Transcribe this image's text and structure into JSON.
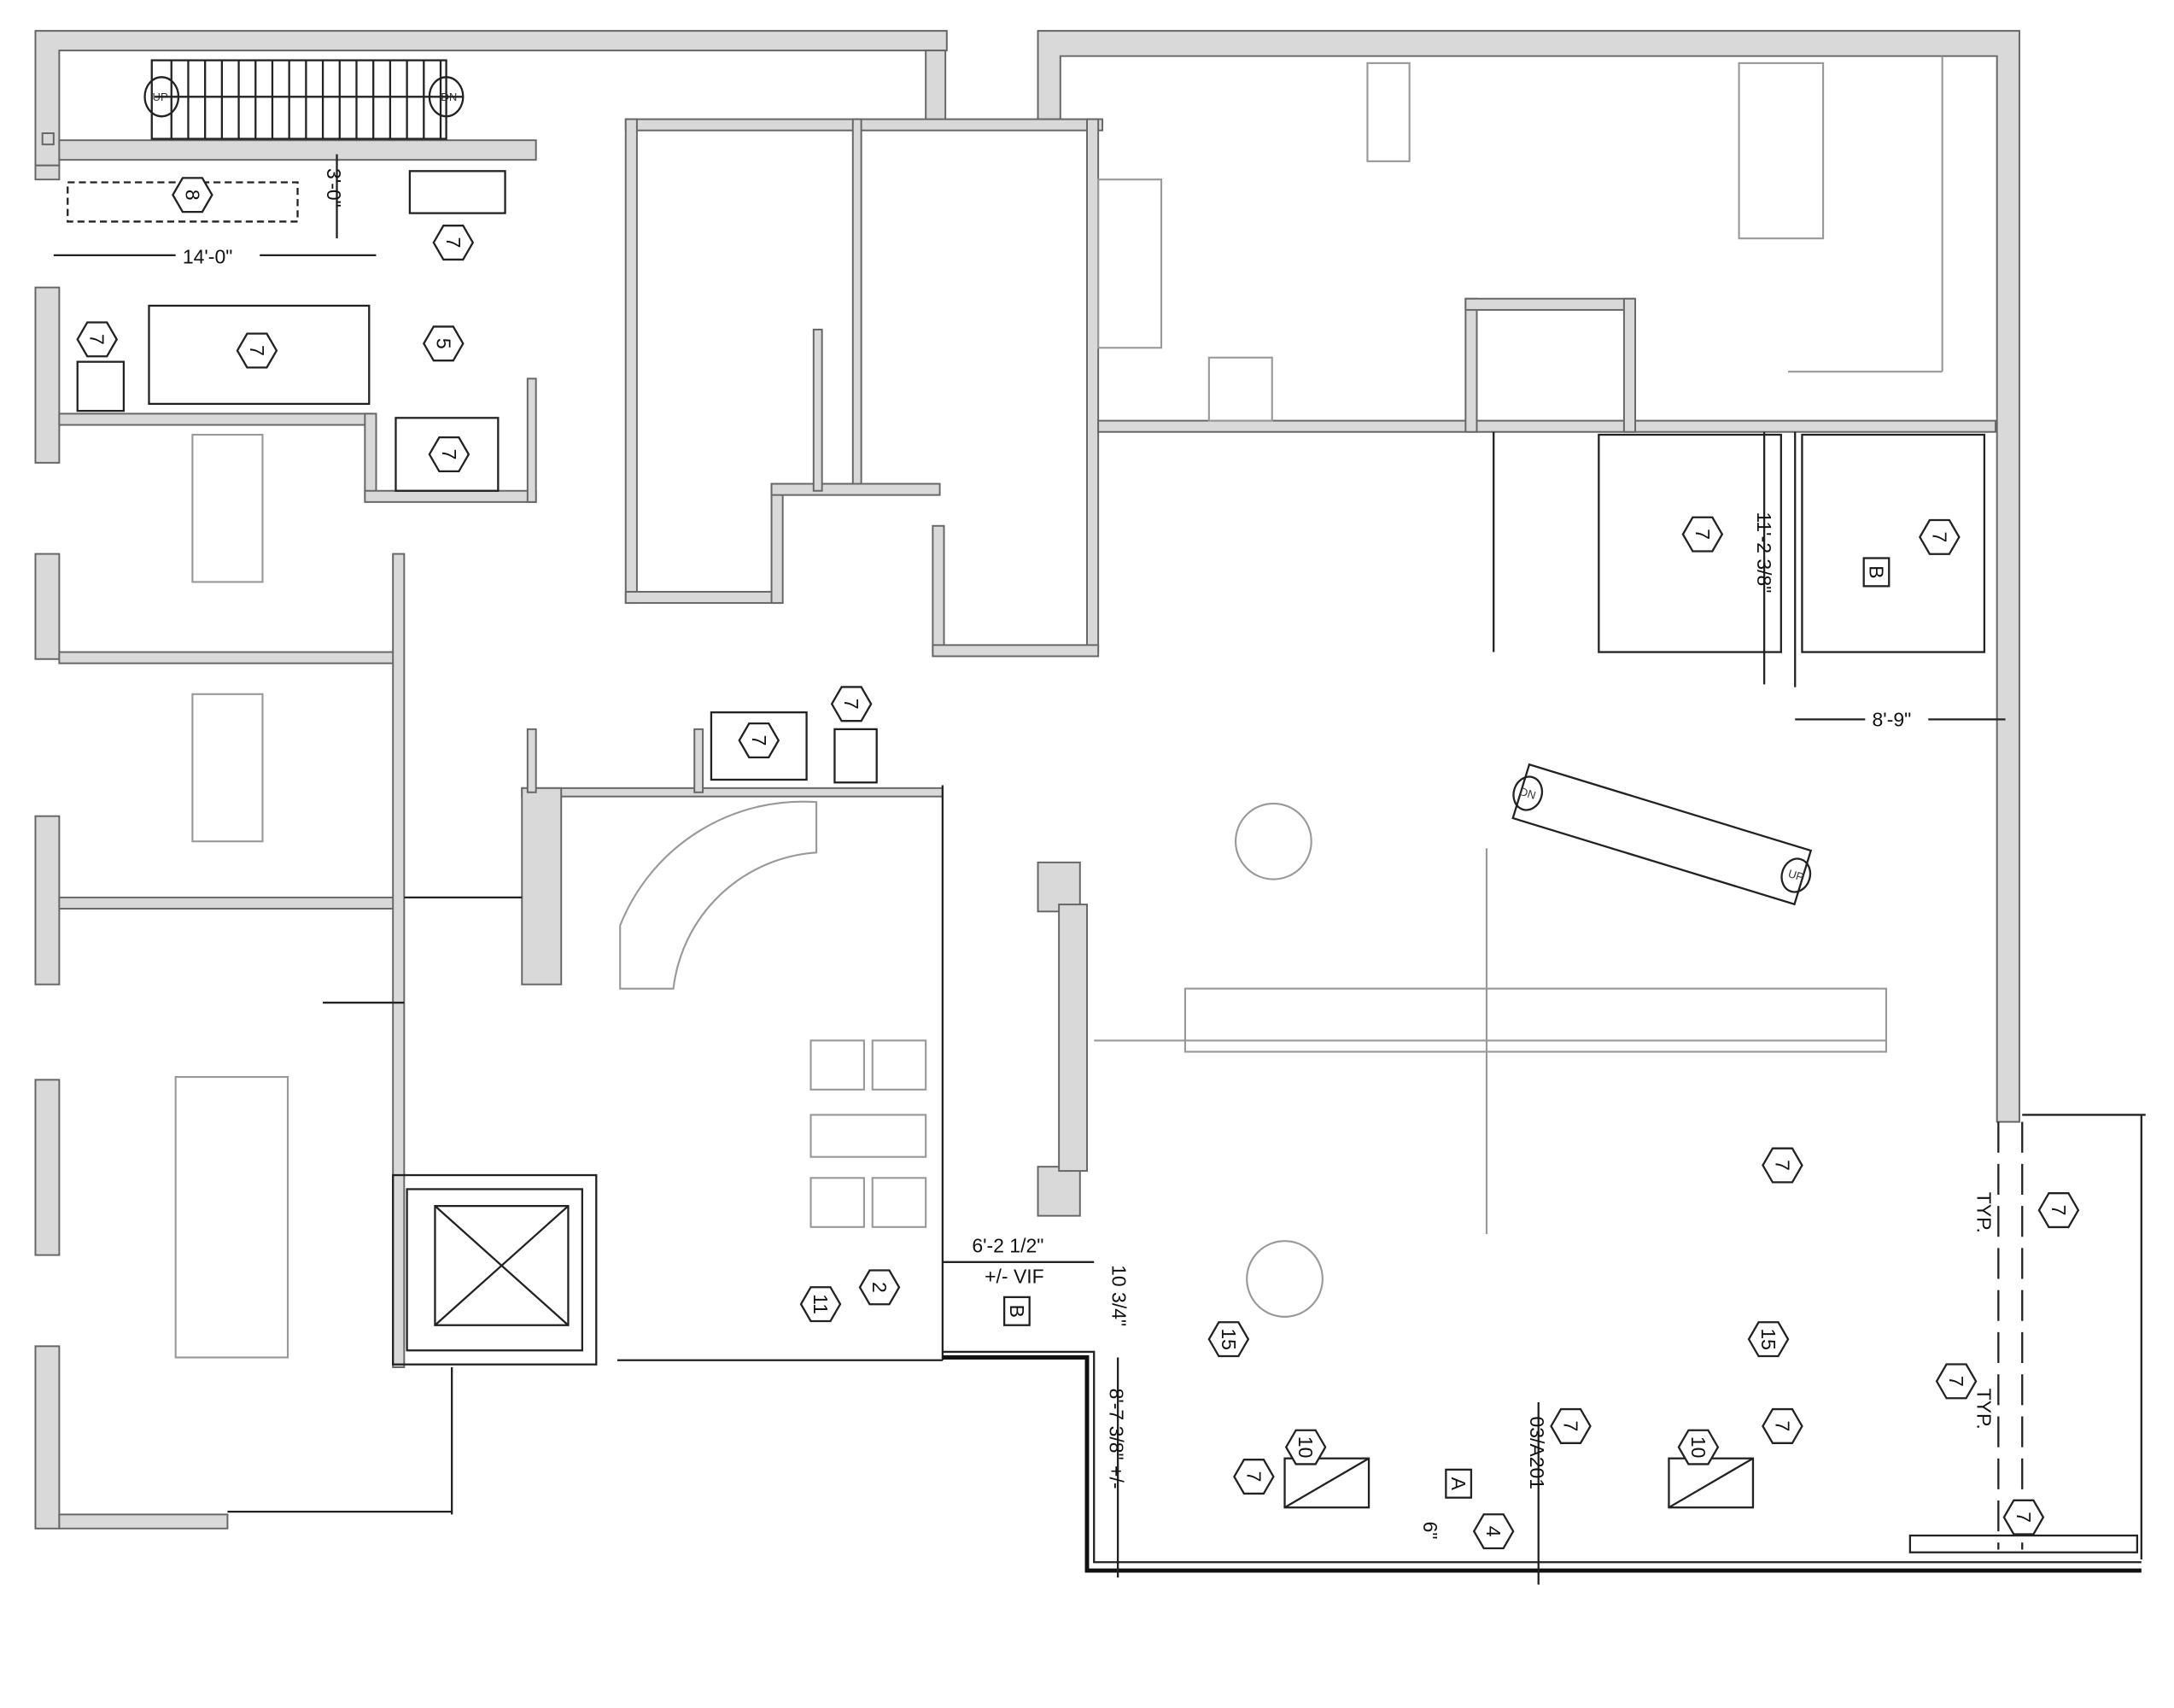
{
  "drawing": {
    "type": "architectural floor plan",
    "stair_labels": {
      "up": "UP",
      "down": "DN",
      "up2": "UP",
      "down2": "DN"
    },
    "keynote_tags": [
      "8",
      "7",
      "7",
      "7",
      "5",
      "7",
      "7",
      "7",
      "7",
      "7",
      "11",
      "2",
      "15",
      "15",
      "10",
      "10",
      "7",
      "7",
      "7",
      "7",
      "7",
      "7",
      "7",
      "4"
    ],
    "boxed_tags": [
      "B",
      "B",
      "A"
    ],
    "dimensions": {
      "stair_width": "14'-0\"",
      "stair_depth": "3'-0\"",
      "office_depth": "11'-2 3/8\"",
      "office_width": "8'-9\"",
      "entry_width": "6'-2 1/2\"",
      "entry_vif": "+/- VIF",
      "wall_offset": "10 3/4\"",
      "wall_length": "8'-7 3/8\" +/-",
      "sill": "6\""
    },
    "section_ref": "03/A201",
    "typical_notes": [
      "TYP.",
      "TYP."
    ]
  }
}
